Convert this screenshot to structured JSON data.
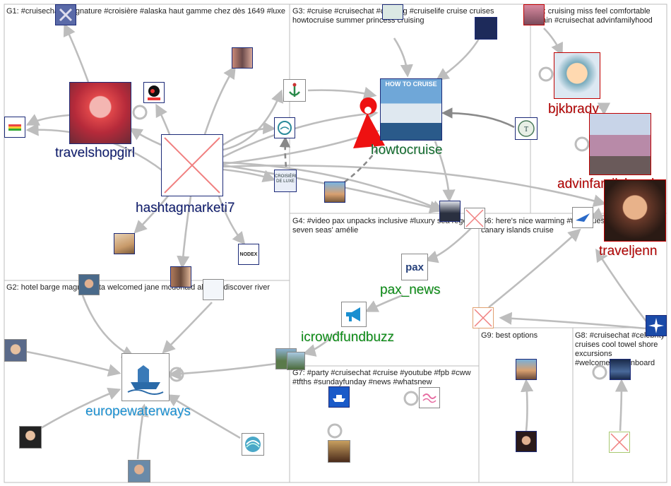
{
  "groups": [
    {
      "id": "G1",
      "title": "G1: #cruisechat seagnature #croisière #alaska haut gamme chez dès 1649 #luxe"
    },
    {
      "id": "G2",
      "title": "G2: hotel barge magna carta welcomed jane mcdonald aboard discover river"
    },
    {
      "id": "G3",
      "title": "G3: #cruise #cruisechat #cruising #cruiselife cruise cruises howtocruise summer princess cruising"
    },
    {
      "id": "G4",
      "title": "G4: #video pax unpacks inclusive #luxury sea regent seven seas' amélie"
    },
    {
      "id": "G5",
      "title": "G5: cruising miss feel comfortable again #cruisechat advinfamilyhood"
    },
    {
      "id": "G6",
      "title": "G6: here's nice warming #traveltuesday offer 749 15 canary islands cruise"
    },
    {
      "id": "G7",
      "title": "G7: #party #cruisechat #cruise #youtube #fpb #cww #tfths #sundayfunday #news #whatsnew"
    },
    {
      "id": "G8",
      "title": "G8: #cruisechat #celebrity cruises cool towel shore excursions #welcomebackonboard"
    },
    {
      "id": "G9",
      "title": "G9: best options"
    }
  ],
  "nodes": {
    "travelshopgirl": "travelshopgirl",
    "hashtagmarketi7": "hashtagmarketi7",
    "howtocruise": "howtocruise",
    "europewaterways": "europewaterways",
    "pax_news": "pax_news",
    "icrowdfundbuzz": "icrowdfundbuzz",
    "bjkbrady": "bjkbrady",
    "advinfamilyhood": "advinfamilyhood",
    "traveljenn": "traveljenn"
  },
  "thumbs": {
    "howtocruise_img": "HOW TO CRUISE",
    "pax_logo": "pax",
    "croisiere": "CROISIÈRE DE LUXE",
    "nodex": "NODEX"
  },
  "colors": {
    "frame": "#bdbdbd",
    "edge": "#bdbdbd",
    "edge_dark": "#8a8a8a",
    "navy": "#0d1a6b",
    "green": "#0a8a14",
    "blue": "#1a8fd0",
    "red": "#b00000",
    "howtocruise_green": "#116b2d"
  }
}
